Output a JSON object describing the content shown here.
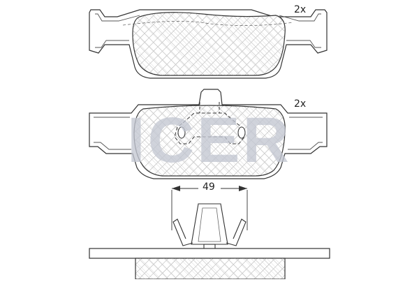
{
  "labels": {
    "quantity_top": "2x",
    "quantity_middle": "2x",
    "dimension_width": "49",
    "watermark": "ICER"
  },
  "colors": {
    "line": "#333333",
    "hatch": "#9a9a9a",
    "watermark": "#c9ccd6",
    "background": "#ffffff"
  }
}
